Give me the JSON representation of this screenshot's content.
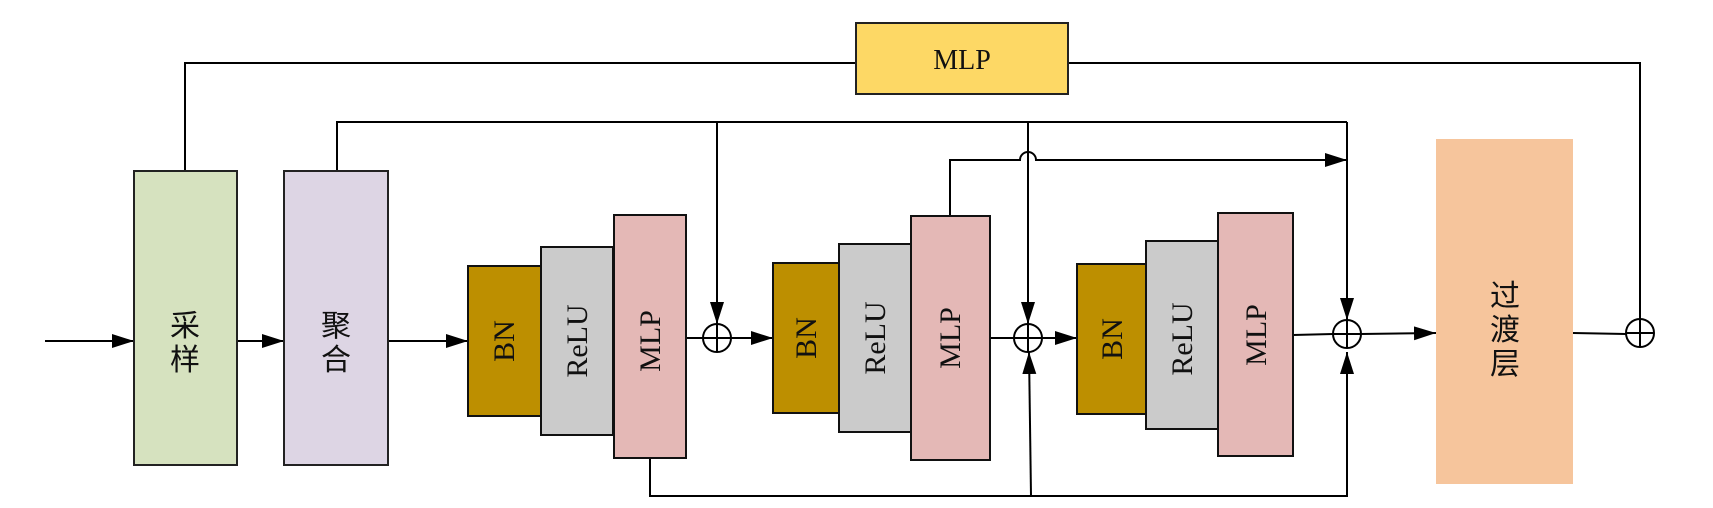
{
  "blocks": {
    "sampling": {
      "label_lines": [
        "采",
        "样"
      ],
      "color": "#d6e2bf"
    },
    "grouping": {
      "label_lines": [
        "聚",
        "合"
      ],
      "color": "#ddd5e4"
    },
    "top_mlp": {
      "label": "MLP",
      "color": "#fdd865"
    },
    "transition": {
      "label_lines": [
        "过",
        "渡",
        "层"
      ],
      "color": "#f6c59c"
    }
  },
  "residual_blocks": [
    {
      "bn": "BN",
      "relu": "ReLU",
      "mlp": "MLP"
    },
    {
      "bn": "BN",
      "relu": "ReLU",
      "mlp": "MLP"
    },
    {
      "bn": "BN",
      "relu": "ReLU",
      "mlp": "MLP"
    }
  ],
  "colors": {
    "bn": "#bd8f00",
    "relu": "#cbcbcb",
    "mlp": "#e4b8b6",
    "line": "#000000"
  }
}
